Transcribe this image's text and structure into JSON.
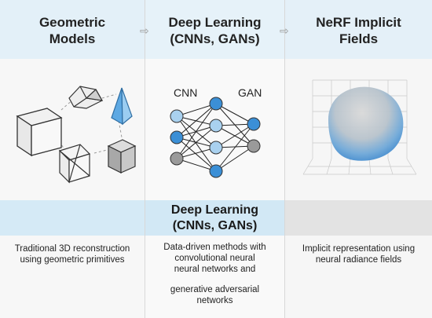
{
  "columns": [
    {
      "title": "Geometric\nModels",
      "description": "Traditional 3D reconstruction\nusing geometric primitives"
    },
    {
      "title": "Deep Learning\n(CNNs, GANs)",
      "network_labels": {
        "left": "CNN",
        "right": "GAN"
      },
      "description_part1": "Data-driven methods with\nconvolutional neural\nneural networks and",
      "description_part2": "generative adversarial\nnetworks"
    },
    {
      "title": "NeRF Implicit\nFields",
      "description": "Implicit representation using\nneural radiance fields"
    }
  ],
  "middle_band": {
    "title": "Deep Learning\n(CNNs, GANs)"
  },
  "icons": [
    "arrow-right-icon",
    "cube-icon",
    "pyramid-icon",
    "neural-network-icon",
    "point-cloud-icon"
  ],
  "colors": {
    "header_bg": "#e3f0f8",
    "accent_blue": "#3b8fd6",
    "node_light_blue": "#a9d1ef",
    "node_gray": "#9a9a9a"
  }
}
